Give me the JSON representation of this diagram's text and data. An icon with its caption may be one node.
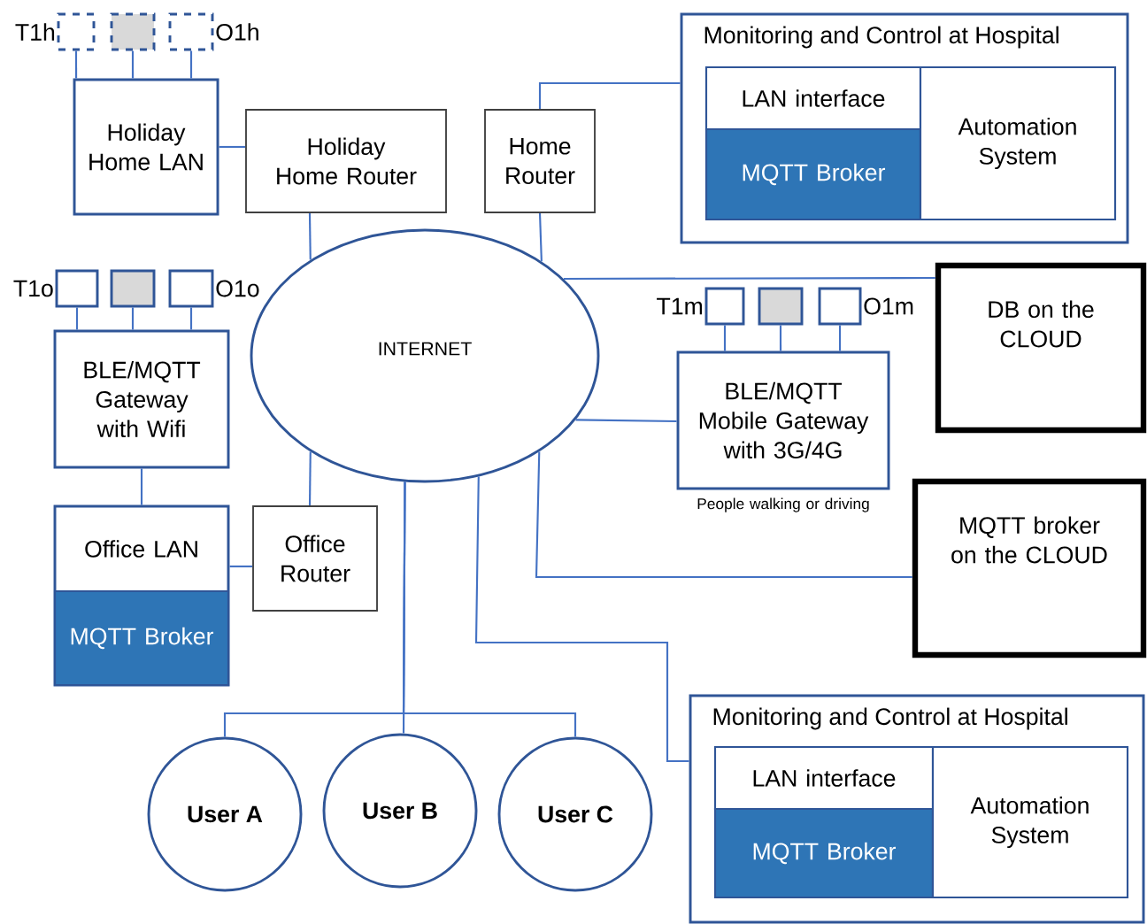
{
  "diagram": {
    "nodes": [
      {
        "text": [
          "Holiday Home LAN"
        ]
      },
      {
        "text": [],
        "shape": "box",
        "beside": [
          "T1h"
        ]
      },
      {
        "text": [],
        "shape": "box"
      },
      {
        "text": [],
        "shape": "box",
        "beside": [
          "O1h"
        ]
      },
      {
        "text": [
          "Holiday Home Router"
        ]
      },
      {
        "text": [
          "Home Router"
        ]
      },
      {
        "text": [
          "Monitoring and Control at Hospital"
        ]
      },
      {
        "text": [
          "LAN interface"
        ],
        "in": 6
      },
      {
        "text": [
          "MQTT Broker"
        ],
        "in": 6
      },
      {
        "text": [
          "Automation System"
        ],
        "in": 6
      },
      {
        "text": [
          "INTERNET"
        ]
      },
      {
        "text": [],
        "shape": "box",
        "beside": [
          "T1o"
        ]
      },
      {
        "text": [],
        "shape": "box"
      },
      {
        "text": [],
        "shape": "box",
        "beside": [
          "O1o"
        ]
      },
      {
        "text": [
          "BLE/MQTT Gateway with Wifi"
        ]
      },
      {
        "text": [
          "Office LAN"
        ]
      },
      {
        "text": [
          "MQTT Broker"
        ],
        "in": 15
      },
      {
        "text": [
          "Office Router"
        ]
      },
      {
        "text": [],
        "shape": "box",
        "beside": [
          "T1m"
        ]
      },
      {
        "text": [],
        "shape": "box"
      },
      {
        "text": [],
        "shape": "box",
        "beside": [
          "O1m"
        ]
      },
      {
        "text": [
          "BLE/MQTT Mobile Gateway with 3G/4G"
        ],
        "beside": [
          "People walking or driving"
        ]
      },
      {
        "text": [
          "DB on the CLOUD"
        ]
      },
      {
        "text": [
          "MQTT broker on the CLOUD"
        ]
      },
      {
        "text": [
          "User A"
        ]
      },
      {
        "text": [
          "User B"
        ]
      },
      {
        "text": [
          "User C"
        ]
      },
      {
        "text": [
          "Monitoring and Control at Hospital"
        ]
      },
      {
        "text": [
          "LAN interface"
        ],
        "in": 27
      },
      {
        "text": [
          "MQTT Broker"
        ],
        "in": 27
      },
      {
        "text": [
          "Automation System"
        ],
        "in": 27
      }
    ],
    "edges": [
      {
        "from": 1,
        "to": 0,
        "arrow": "none"
      },
      {
        "from": 2,
        "to": 0,
        "arrow": "none"
      },
      {
        "from": 3,
        "to": 0,
        "arrow": "none"
      },
      {
        "from": 0,
        "to": 4,
        "arrow": "none"
      },
      {
        "from": 4,
        "to": 10,
        "arrow": "none"
      },
      {
        "from": 5,
        "to": 6,
        "arrow": "none"
      },
      {
        "from": 5,
        "to": 10,
        "arrow": "none"
      },
      {
        "from": 10,
        "to": 22,
        "arrow": "none"
      },
      {
        "from": 11,
        "to": 14,
        "arrow": "none"
      },
      {
        "from": 12,
        "to": 14,
        "arrow": "none"
      },
      {
        "from": 13,
        "to": 14,
        "arrow": "none"
      },
      {
        "from": 14,
        "to": 15,
        "arrow": "none"
      },
      {
        "from": 15,
        "to": 17,
        "arrow": "none"
      },
      {
        "from": 17,
        "to": 10,
        "arrow": "none"
      },
      {
        "from": 18,
        "to": 21,
        "arrow": "none"
      },
      {
        "from": 19,
        "to": 21,
        "arrow": "none"
      },
      {
        "from": 20,
        "to": 21,
        "arrow": "none"
      },
      {
        "from": 10,
        "to": 21,
        "arrow": "none"
      },
      {
        "from": 10,
        "to": 23,
        "arrow": "none"
      },
      {
        "from": 10,
        "to": 24,
        "arrow": "none"
      },
      {
        "from": 10,
        "to": 25,
        "arrow": "none"
      },
      {
        "from": 10,
        "to": 26,
        "arrow": "none"
      },
      {
        "from": 10,
        "to": 27,
        "arrow": "none"
      }
    ]
  }
}
